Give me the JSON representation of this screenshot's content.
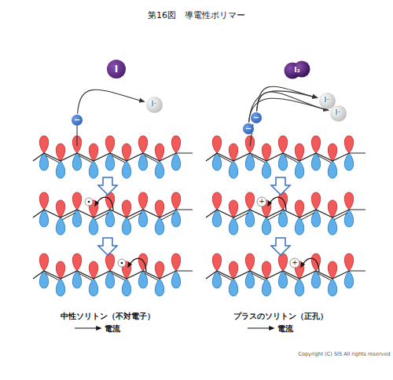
{
  "diagram": {
    "title": "第16図　導電性ポリマー",
    "nodes": [
      {
        "text": [
          "I"
        ]
      },
      {
        "text": [
          "I⁻"
        ]
      },
      {
        "text": [
          "−"
        ]
      },
      {
        "text": [
          "I₂"
        ]
      },
      {
        "text": [
          "I⁻"
        ]
      },
      {
        "text": [
          "I⁻"
        ]
      },
      {
        "text": [
          "−"
        ]
      },
      {
        "text": [
          "−"
        ]
      }
    ],
    "edges": [
      {
        "from": 2,
        "to": 1,
        "arrow": "to"
      },
      {
        "from": 6,
        "to": 4,
        "arrow": "to"
      },
      {
        "from": 6,
        "to": 5,
        "arrow": "to"
      },
      {
        "from": 7,
        "to": 4,
        "arrow": "to"
      },
      {
        "from": 7,
        "to": 5,
        "arrow": "to"
      }
    ],
    "labels": [
      "+",
      "+",
      "中性ソリトン（不対電子）",
      "電流",
      "プラスのソリトン（正孔）",
      "電流",
      "Copyright (C) SIS All rights reserved"
    ]
  }
}
